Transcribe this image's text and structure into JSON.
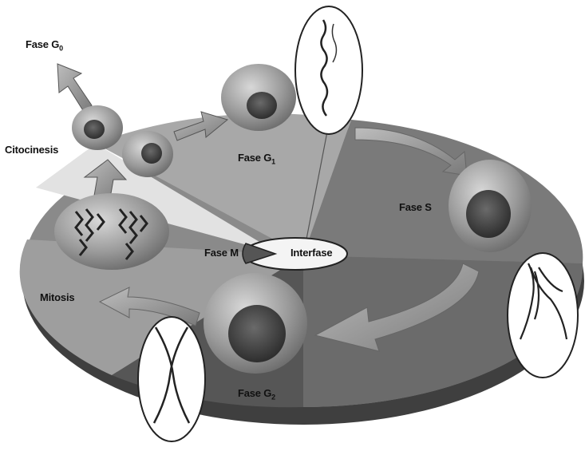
{
  "diagram": {
    "labels": {
      "fase_g0": "Fase G",
      "fase_g0_sub": "0",
      "citocinesis": "Citocinesis",
      "fase_g1": "Fase G",
      "fase_g1_sub": "1",
      "fase_s": "Fase S",
      "fase_m": "Fase M",
      "interfase": "Interfase",
      "mitosis": "Mitosis",
      "fase_g2": "Fase G",
      "fase_g2_sub": "2"
    },
    "colors": {
      "disc_dark": "#5c5c5c",
      "disc_mid": "#8a8a8a",
      "disc_light": "#b4b4b4",
      "wedge_pale": "#e6e6e6",
      "cell_body": "#9a9a9a",
      "nucleus": "#3e3e3e",
      "arrow": "#8c8c8c",
      "chromosome": "#222222"
    }
  }
}
